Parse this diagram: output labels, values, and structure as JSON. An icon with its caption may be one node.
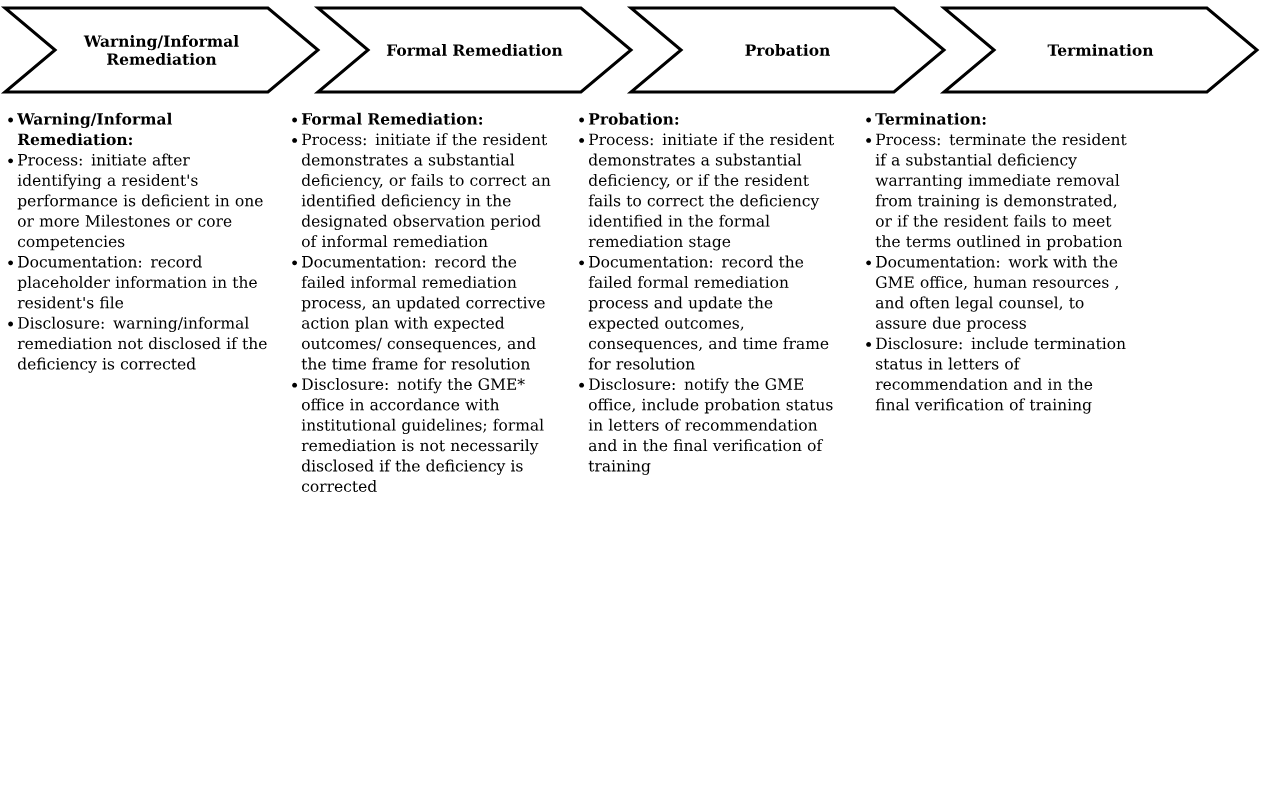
{
  "diagram": {
    "nodes": [
      {
        "text": [
          "Warning/Informal Remediation"
        ],
        "beside": [
          "Warning/Informal Remediation:",
          "Process: initiate after identifying a resident's performance  is deficient in one or more Milestones or core competencies",
          "Documentation: record placeholder information in the resident's file",
          "Disclosure: warning/informal remediation not disclosed if the deficiency is corrected"
        ]
      },
      {
        "text": [
          "Formal Remediation"
        ],
        "beside": [
          "Formal Remediation:",
          "Process: initiate if the resident demonstrates a substantial deficiency, or fails to correct an identified deficiency in the designated observation period of informal remediation",
          "Documentation: record the failed informal remediation process, an updated corrective action plan with expected outcomes/ consequences, and the time frame for resolution",
          "Disclosure: notify the GME* office in accordance with institutional guidelines; formal remediation is not necessarily disclosed if the deficiency is corrected"
        ]
      },
      {
        "text": [
          "Probation"
        ],
        "beside": [
          "Probation:",
          "Process: initiate if the resident demonstrates a substantial deficiency, or if the resident fails to correct the deficiency identified in the formal remediation stage",
          "Documentation: record the failed formal remediation process and update the expected outcomes, consequences, and time frame for resolution",
          "Disclosure: notify the GME office, include probation status in letters of recommendation and in the final verification of training"
        ]
      },
      {
        "text": [
          "Termination"
        ],
        "beside": [
          "Termination:",
          "Process: terminate the resident if a substantial deficiency warranting immediate removal from training is demonstrated, or if the resident fails to meet the terms outlined in probation",
          "Documentation: work with the GME office, human resources , and often legal counsel, to assure due process",
          "Disclosure: include termination status in letters of recommendation and in the final verification of training"
        ]
      }
    ]
  }
}
